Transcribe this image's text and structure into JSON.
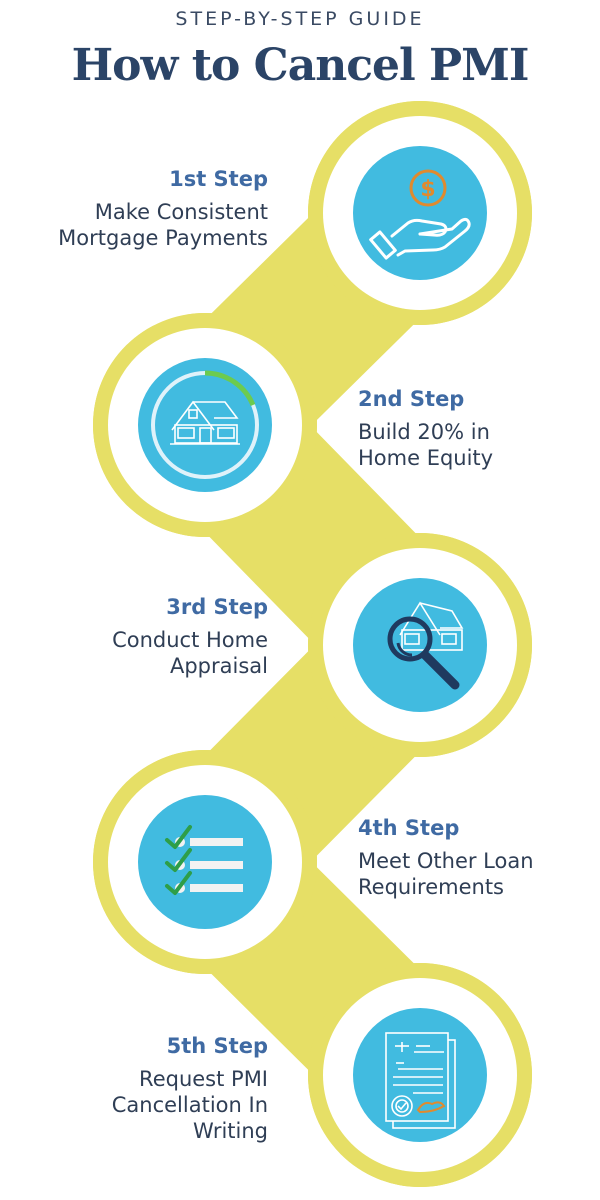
{
  "header": {
    "subtitle": "STEP-BY-STEP GUIDE",
    "title": "How to Cancel PMI"
  },
  "colors": {
    "chain_yellow": "#E6DF66",
    "circle_blue": "#41BBE0",
    "title_navy": "#2B4467",
    "heading_blue": "#3F6AA3",
    "body_text": "#2F3E55",
    "coin_orange": "#E08A2E",
    "check_green": "#2E9E48",
    "progress_green": "#6CCB4F"
  },
  "steps": [
    {
      "heading": "1st Step",
      "text": "Make Consistent\nMortgage Payments",
      "icon": "hand-coin-icon"
    },
    {
      "heading": "2nd Step",
      "text": "Build 20% in\nHome Equity",
      "icon": "house-progress-icon"
    },
    {
      "heading": "3rd Step",
      "text": "Conduct Home\nAppraisal",
      "icon": "house-magnifier-icon"
    },
    {
      "heading": "4th Step",
      "text": "Meet Other Loan\nRequirements",
      "icon": "checklist-icon"
    },
    {
      "heading": "5th Step",
      "text": "Request PMI\nCancellation In\nWriting",
      "icon": "legal-document-icon"
    }
  ]
}
